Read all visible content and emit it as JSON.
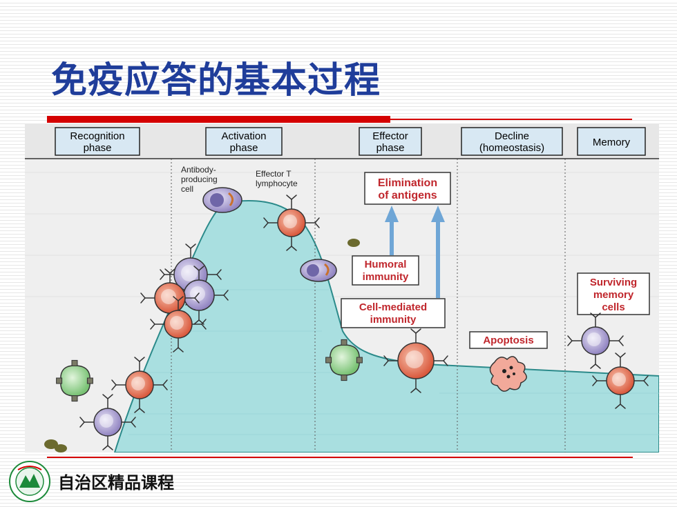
{
  "slide": {
    "title": "免疫应答的基本过程",
    "footer": "自治区精品课程",
    "accent_color": "#d40000",
    "title_color": "#1f3d9a"
  },
  "phases": [
    "Recognition phase",
    "Activation phase",
    "Effector phase",
    "Decline (homeostasis)",
    "Memory"
  ],
  "phase_lines": [
    [
      "Recognition",
      "phase"
    ],
    [
      "Activation",
      "phase"
    ],
    [
      "Effector",
      "phase"
    ],
    [
      "Decline",
      "(homeostasis)"
    ],
    [
      "Memory"
    ]
  ],
  "labels": {
    "antibody_cell": [
      "Antibody-",
      "producing",
      "cell"
    ],
    "effector_t": [
      "Effector T",
      "lymphocyte"
    ],
    "elimination": [
      "Elimination",
      "of antigens"
    ],
    "humoral": [
      "Humoral",
      "immunity"
    ],
    "cell_mediated": [
      "Cell-mediated",
      "immunity"
    ],
    "apoptosis": "Apoptosis",
    "surviving": [
      "Surviving",
      "memory",
      "cells"
    ]
  },
  "colors": {
    "curve_fill": "#a9dfe0",
    "curve_stroke": "#2b8a8a",
    "box_fill": "#d8e8f3",
    "label_red": "#c0262c",
    "arrow_blue": "#6fa6d6",
    "t_cell": "#e5765a",
    "b_cell": "#a9a0cf",
    "apc": "#9fd79c"
  },
  "icons": [
    "university-logo-icon",
    "up-arrow-icon"
  ]
}
